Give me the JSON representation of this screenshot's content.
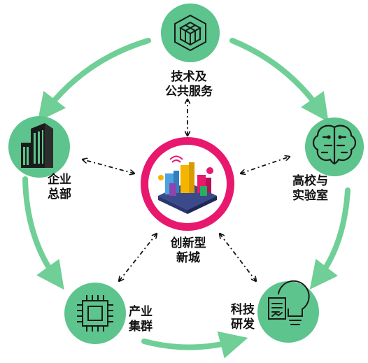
{
  "center": {
    "label": "创新型\n新城",
    "ring_color": "#e8186e",
    "inner_color": "#ffffff"
  },
  "nodes": [
    {
      "id": "tech",
      "label": "技术及\n公共服务",
      "icon": "cube-icon"
    },
    {
      "id": "univ",
      "label": "高校与\n实验室",
      "icon": "brain-icon"
    },
    {
      "id": "rnd",
      "label": "科技\n研发",
      "icon": "lightbulb-document-icon"
    },
    {
      "id": "industry",
      "label": "产业\n集群",
      "icon": "microchip-icon"
    },
    {
      "id": "hq",
      "label": "企业\n总部",
      "icon": "office-building-icon"
    }
  ],
  "colors": {
    "node_fill": "#5cc48c",
    "arrow": "#6fcf97",
    "dashed": "#111111",
    "icon_stroke": "#1a1a1a"
  }
}
